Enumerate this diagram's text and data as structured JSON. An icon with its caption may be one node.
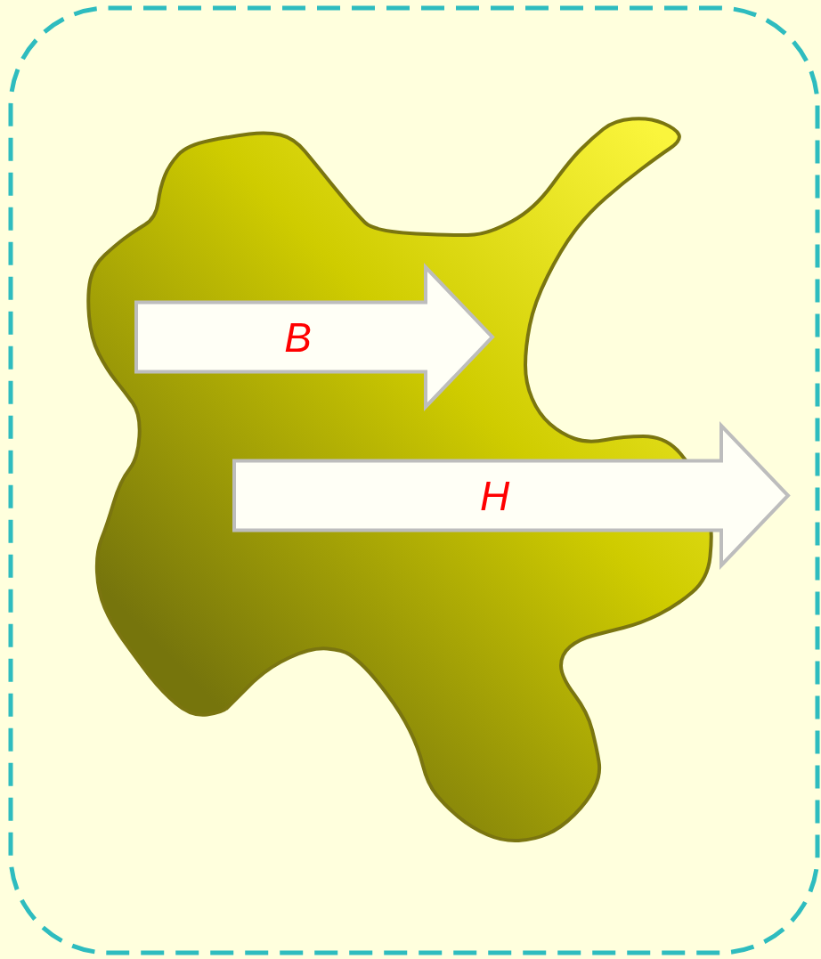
{
  "diagram": {
    "nodes": [
      {
        "text": [],
        "shape": "blob"
      },
      {
        "text": [
          "B"
        ],
        "in": 0
      },
      {
        "text": [
          "H"
        ],
        "in": 0
      }
    ]
  }
}
